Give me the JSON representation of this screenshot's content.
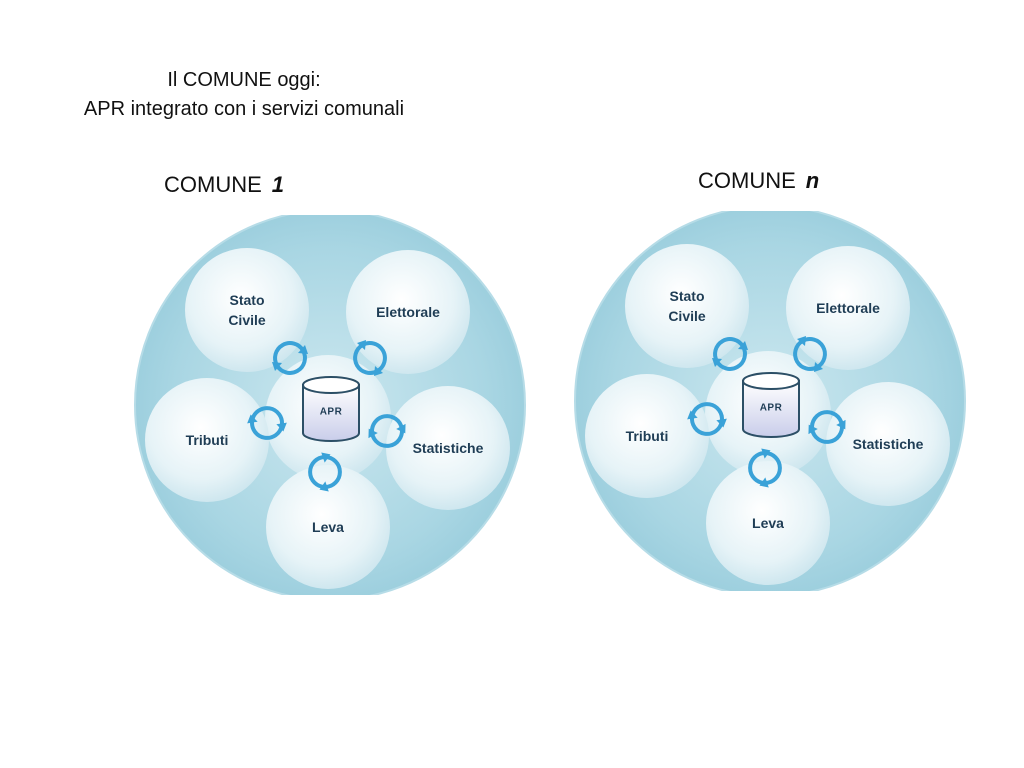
{
  "title": {
    "line1": "Il COMUNE oggi:",
    "line2": "APR integrato con i servizi comunali"
  },
  "clusters": [
    {
      "label": "COMUNE",
      "index": "1",
      "center": "APR",
      "services": {
        "stato_civile": [
          "Stato",
          "Civile"
        ],
        "elettorale": "Elettorale",
        "tributi": "Tributi",
        "statistiche": "Statistiche",
        "leva": "Leva"
      }
    },
    {
      "label": "COMUNE",
      "index": "n",
      "center": "APR",
      "services": {
        "stato_civile": [
          "Stato",
          "Civile"
        ],
        "elettorale": "Elettorale",
        "tributi": "Tributi",
        "statistiche": "Statistiche",
        "leva": "Leva"
      }
    }
  ],
  "colors": {
    "outer_circle": "#a9d6e3",
    "service_bubble": "#e6f3f7",
    "arrow": "#3aa2d8",
    "text": "#1f3d55"
  },
  "icons": [
    "database-icon",
    "refresh-arrows-icon"
  ]
}
